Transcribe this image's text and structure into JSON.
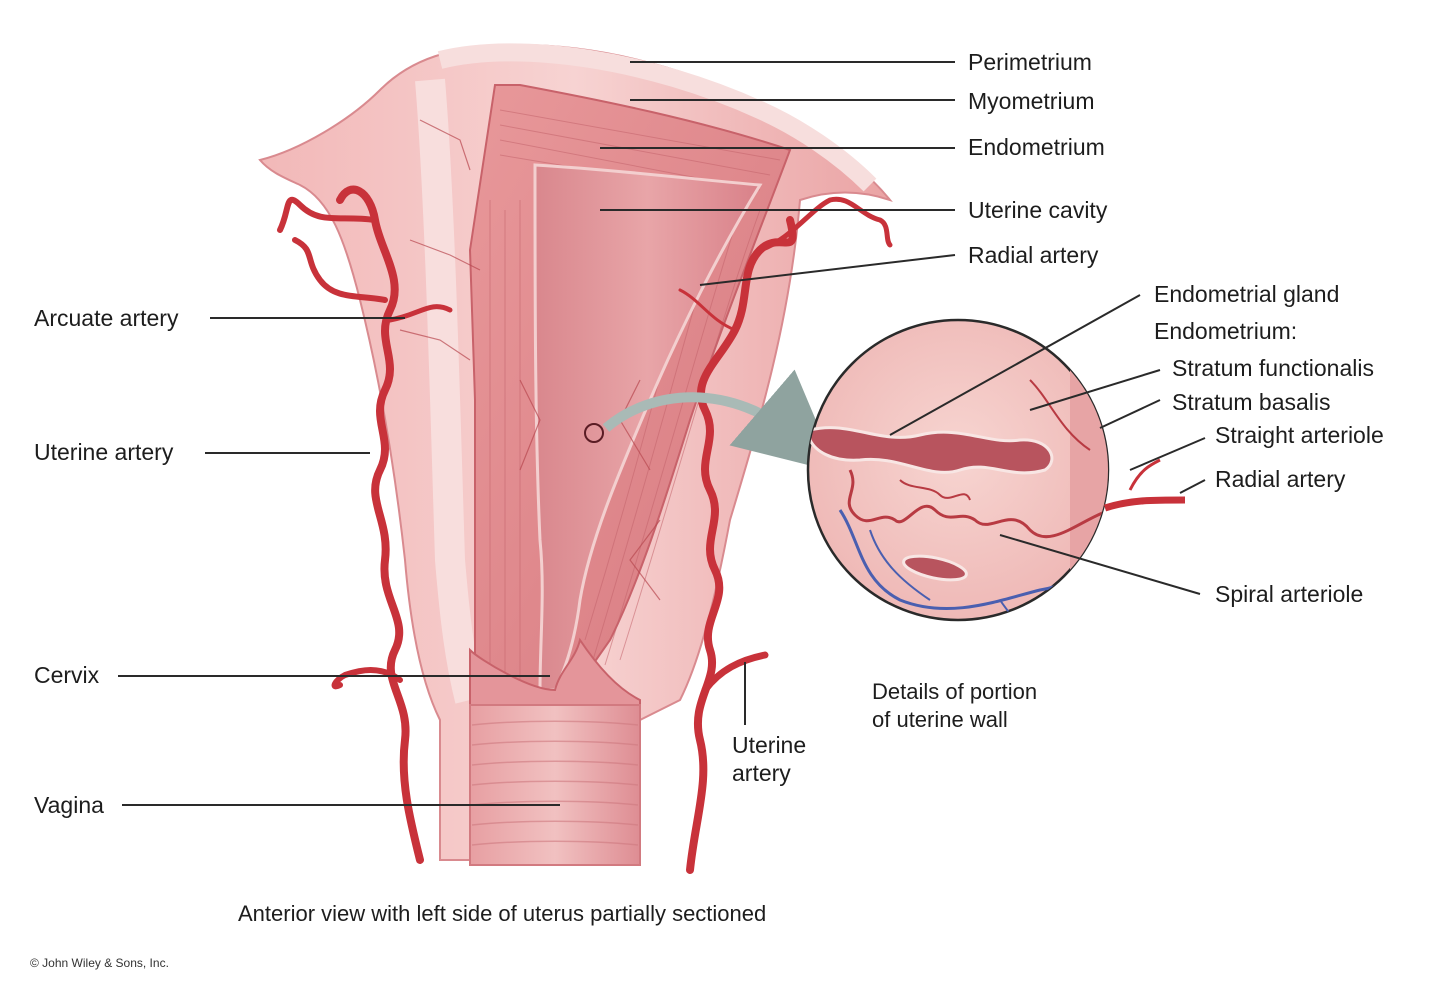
{
  "labels": {
    "perimetrium": "Perimetrium",
    "myometrium": "Myometrium",
    "endometrium": "Endometrium",
    "uterine_cavity": "Uterine cavity",
    "radial_artery": "Radial artery",
    "arcuate_artery": "Arcuate artery",
    "uterine_artery_left": "Uterine artery",
    "cervix": "Cervix",
    "vagina": "Vagina",
    "uterine_artery_right_line1": "Uterine",
    "uterine_artery_right_line2": "artery",
    "endometrial_gland": "Endometrial gland",
    "endometrium_heading": "Endometrium:",
    "stratum_functionalis": "Stratum functionalis",
    "stratum_basalis": "Stratum basalis",
    "straight_arteriole": "Straight arteriole",
    "radial_artery_detail": "Radial artery",
    "spiral_arteriole": "Spiral arteriole"
  },
  "detail_caption": {
    "line1": "Details of portion",
    "line2": "of uterine wall"
  },
  "caption": "Anterior view with left side of uterus partially sectioned",
  "copyright": "© John Wiley & Sons, Inc.",
  "colors": {
    "tissue_light": "#f4c4c3",
    "tissue_mid": "#e7999a",
    "tissue_dark": "#c8626a",
    "artery": "#c8323a",
    "vein": "#4a5fb0",
    "leader": "#2a2a2a"
  }
}
